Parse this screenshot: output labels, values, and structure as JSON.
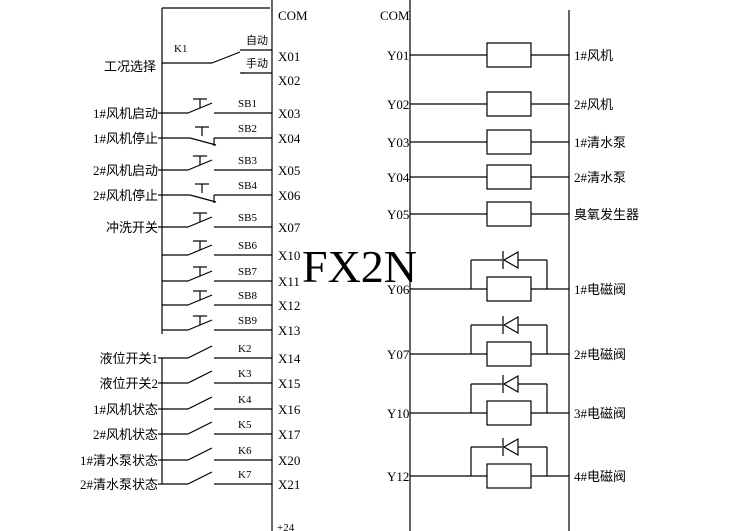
{
  "plc_model": "FX2N",
  "left_panel": {
    "com_label": "COM",
    "bottom_label": "+24",
    "selector": {
      "label": "工况选择",
      "switch_tag": "K1",
      "opt_auto": "自动",
      "opt_manual": "手动",
      "terminal_auto": "X01",
      "terminal_manual": "X02"
    },
    "inputs": [
      {
        "label": "1#风机启动",
        "tag": "SB1",
        "terminal": "X03",
        "kind": "pb-no"
      },
      {
        "label": "1#风机停止",
        "tag": "SB2",
        "terminal": "X04",
        "kind": "pb-nc"
      },
      {
        "label": "2#风机启动",
        "tag": "SB3",
        "terminal": "X05",
        "kind": "pb-no"
      },
      {
        "label": "2#风机停止",
        "tag": "SB4",
        "terminal": "X06",
        "kind": "pb-nc"
      },
      {
        "label": "冲洗开关",
        "tag": "SB5",
        "terminal": "X07",
        "kind": "pb-no"
      },
      {
        "label": "",
        "tag": "SB6",
        "terminal": "X10",
        "kind": "pb-no"
      },
      {
        "label": "",
        "tag": "SB7",
        "terminal": "X11",
        "kind": "pb-no"
      },
      {
        "label": "",
        "tag": "SB8",
        "terminal": "X12",
        "kind": "pb-no"
      },
      {
        "label": "",
        "tag": "SB9",
        "terminal": "X13",
        "kind": "pb-no"
      },
      {
        "label": "液位开关1",
        "tag": "K2",
        "terminal": "X14",
        "kind": "sw-no"
      },
      {
        "label": "液位开关2",
        "tag": "K3",
        "terminal": "X15",
        "kind": "sw-no"
      },
      {
        "label": "1#风机状态",
        "tag": "K4",
        "terminal": "X16",
        "kind": "sw-no"
      },
      {
        "label": "2#风机状态",
        "tag": "K5",
        "terminal": "X17",
        "kind": "sw-no"
      },
      {
        "label": "1#清水泵状态",
        "tag": "K6",
        "terminal": "X20",
        "kind": "sw-no"
      },
      {
        "label": "2#清水泵状态",
        "tag": "K7",
        "terminal": "X21",
        "kind": "sw-no"
      }
    ]
  },
  "right_panel": {
    "com_label": "COM",
    "outputs": [
      {
        "terminal": "Y01",
        "load": "1#风机",
        "diode": false
      },
      {
        "terminal": "Y02",
        "load": "2#风机",
        "diode": false
      },
      {
        "terminal": "Y03",
        "load": "1#清水泵",
        "diode": false
      },
      {
        "terminal": "Y04",
        "load": "2#清水泵",
        "diode": false
      },
      {
        "terminal": "Y05",
        "load": "臭氧发生器",
        "diode": false
      },
      {
        "terminal": "Y06",
        "load": "1#电磁阀",
        "diode": true
      },
      {
        "terminal": "Y07",
        "load": "2#电磁阀",
        "diode": true
      },
      {
        "terminal": "Y10",
        "load": "3#电磁阀",
        "diode": true
      },
      {
        "terminal": "Y12",
        "load": "4#电磁阀",
        "diode": true
      }
    ]
  }
}
